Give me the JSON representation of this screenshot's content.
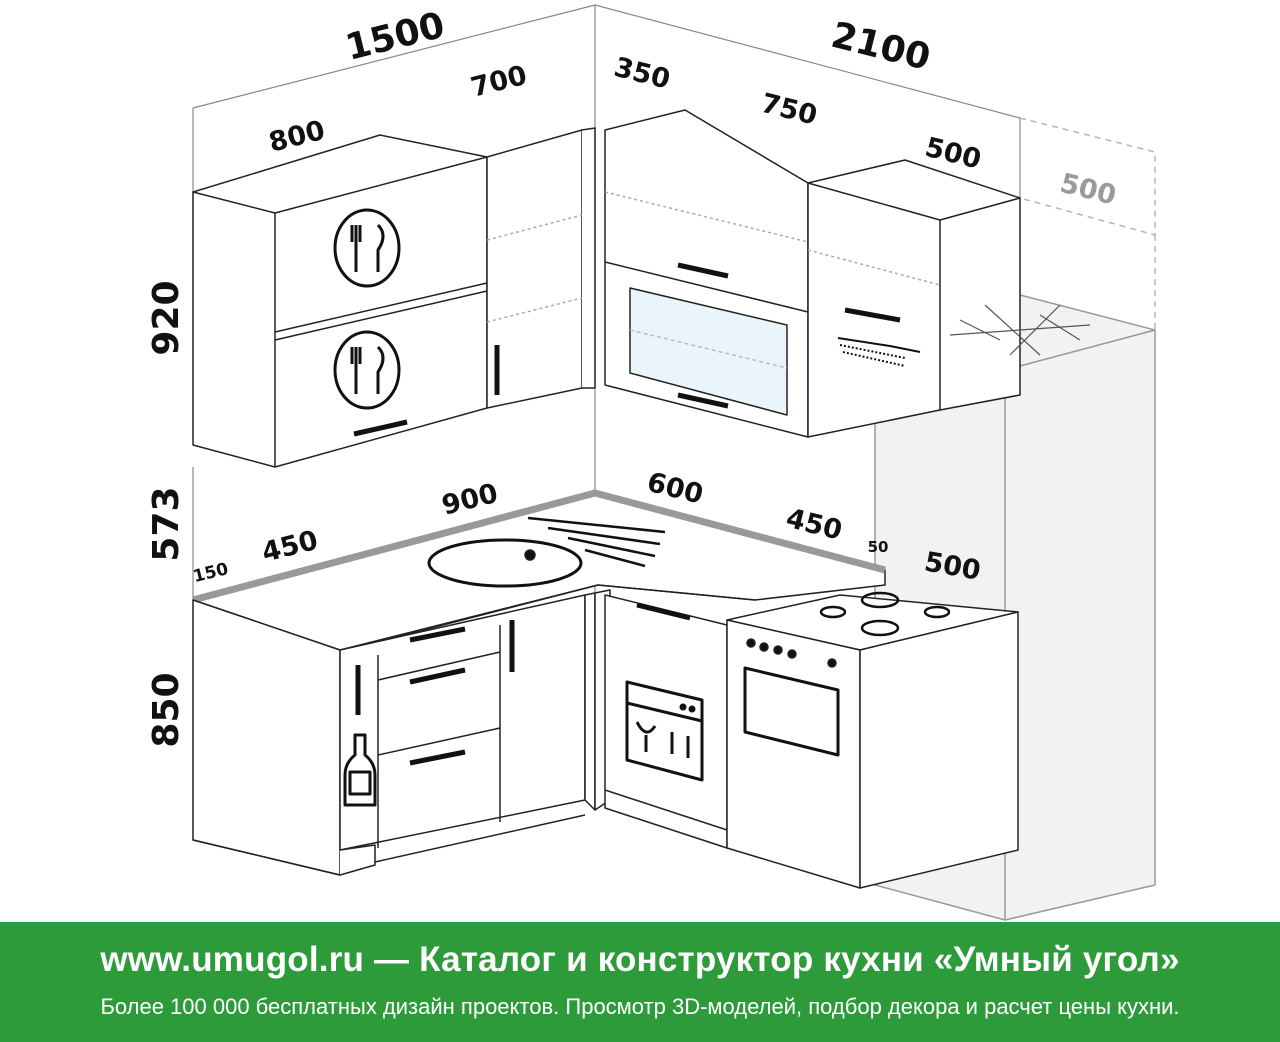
{
  "dimensions": {
    "top_left_total": "1500",
    "top_right_total": "2100",
    "upper_left_cabinet": "800",
    "upper_corner_left": "700",
    "upper_corner_right": "350",
    "upper_middle": "750",
    "upper_right": "500",
    "fridge_depth": "500",
    "wall_height_upper": "920",
    "backsplash_height": "573",
    "base_height": "850",
    "counter_left_depth": "150",
    "counter_left_sink": "450",
    "counter_corner_left": "900",
    "counter_corner_right": "600",
    "counter_right": "450",
    "stove_gap": "50",
    "stove_width": "500"
  },
  "banner": {
    "title": "www.umugol.ru — Каталог и конструктор кухни «Умный угол»",
    "subtitle": "Более 100 000 бесплатных дизайн проектов. Просмотр 3D-моделей, подбор декора и расчет цены кухни.",
    "color": "#2e9b3a"
  },
  "icons": [
    "plate-fork-knife-icon",
    "bottle-icon",
    "dishwasher-icon",
    "snowflake-icon",
    "range-hood-icon",
    "gas-burner-icon"
  ]
}
